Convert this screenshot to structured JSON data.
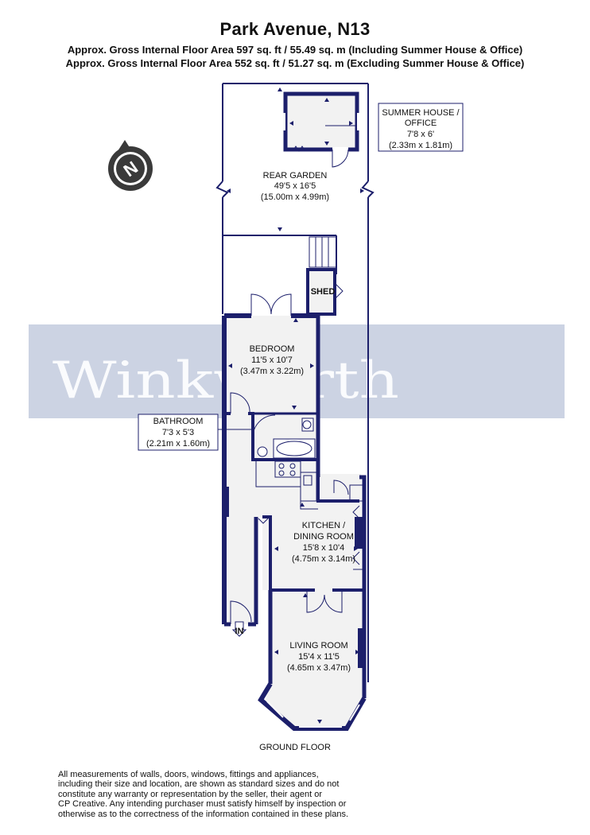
{
  "header": {
    "title": "Park Avenue, N13",
    "subtitle_1": "Approx. Gross Internal Floor Area 597 sq. ft / 55.49 sq. m (Including Summer House & Office)",
    "subtitle_2": "Approx. Gross Internal Floor Area 552 sq. ft / 51.27 sq. m (Excluding Summer House & Office)"
  },
  "watermark": "Winkworth",
  "compass": {
    "letter": "N"
  },
  "rooms": {
    "summer_house": {
      "line1": "SUMMER HOUSE /",
      "line2": "OFFICE",
      "imperial": "7'8 x 6'",
      "metric": "(2.33m x 1.81m)"
    },
    "rear_garden": {
      "name": "REAR GARDEN",
      "imperial": "49'5 x 16'5",
      "metric": "(15.00m x 4.99m)"
    },
    "shed": {
      "name": "SHED"
    },
    "bedroom": {
      "name": "BEDROOM",
      "imperial": "11'5 x 10'7",
      "metric": "(3.47m x 3.22m)"
    },
    "bathroom": {
      "name": "BATHROOM",
      "imperial": "7'3 x 5'3",
      "metric": "(2.21m x 1.60m)"
    },
    "kitchen": {
      "line1": "KITCHEN /",
      "line2": "DINING ROOM",
      "imperial": "15'8 x 10'4",
      "metric": "(4.75m x 3.14m)"
    },
    "living_room": {
      "name": "LIVING ROOM",
      "imperial": "15'4 x 11'5",
      "metric": "(4.65m x 3.47m)"
    }
  },
  "entrance_label": "IN",
  "floor_label": "GROUND FLOOR",
  "disclaimer": [
    "All measurements of walls, doors, windows, fittings and appliances,",
    "including their size and location, are shown as standard sizes and do not",
    "constitute any warranty or representation by the seller, their agent or",
    "CP Creative. Any intending purchaser must satisfy himself by inspection or",
    "otherwise as to the correctness of the information contained in these plans."
  ],
  "colors": {
    "wall": "#1c1f6b",
    "watermark_band": "#ccd3e3",
    "floor": "#ffffff"
  }
}
